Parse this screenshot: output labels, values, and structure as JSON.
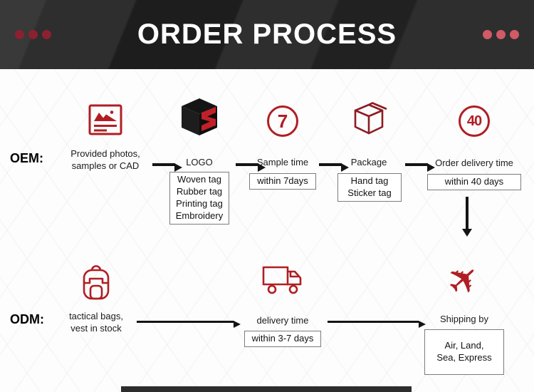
{
  "header": {
    "title": "ORDER PROCESS"
  },
  "colors": {
    "banner": "#2e2e2e",
    "accent_red": "#b01e24",
    "package_red": "#8c1c22",
    "dots_left": "#8b2130",
    "dots_right": "#d05a65",
    "arrow": "#141414",
    "box_border": "#7c7c7c"
  },
  "glyphs": {
    "airplane": "✈"
  },
  "oem": {
    "label": "OEM:",
    "steps": [
      {
        "icon": "photo-sample-icon",
        "title": "Provided photos,\nsamples or CAD"
      },
      {
        "icon": "brand-logo-icon",
        "title": "LOGO",
        "box": "Woven tag\nRubber tag\nPrinting tag\nEmbroidery"
      },
      {
        "icon": "seven-day-badge-icon",
        "badge": "7",
        "title": "Sample time",
        "box": "within 7days"
      },
      {
        "icon": "package-box-icon",
        "title": "Package",
        "box": "Hand tag\nSticker tag"
      },
      {
        "icon": "forty-day-badge-icon",
        "badge": "40",
        "title": "Order delivery time",
        "box": "within 40 days"
      }
    ]
  },
  "odm": {
    "label": "ODM:",
    "steps": [
      {
        "icon": "backpack-icon",
        "title": "tactical bags,\nvest in stock"
      },
      {
        "icon": "delivery-truck-icon",
        "title": "delivery time",
        "box": "within 3-7 days"
      },
      {
        "icon": "airplane-icon",
        "title": "Shipping by",
        "box": "Air, Land,\nSea, Express"
      }
    ]
  }
}
